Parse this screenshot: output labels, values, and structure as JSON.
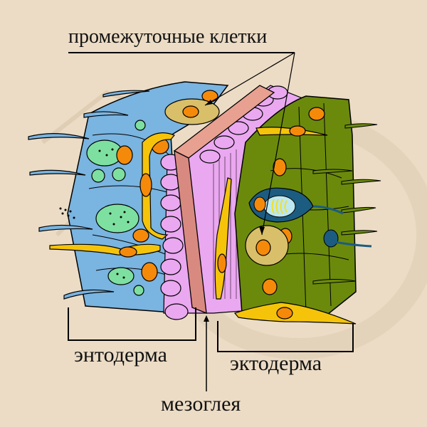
{
  "diagram": {
    "title": "Hydra body wall cross-section",
    "labels": {
      "interstitial_cells": "промежуточные клетки",
      "endoderm": "энтодерма",
      "ectoderm": "эктодерма",
      "mesoglea": "мезоглея"
    },
    "colors": {
      "background": "#ecdcc5",
      "endoderm_cells": "#7ab4e0",
      "ectoderm_cells": "#6b8a0c",
      "mesoglea": "#d98a80",
      "muscle_processes": "#eaa8f0",
      "nerve_cells": "#f5c40a",
      "nuclei": "#f58a0a",
      "interstitial_cells": "#d9bf6a",
      "gland_cells": "#7ee0a0",
      "cnidocyte": "#1c5c80"
    }
  }
}
